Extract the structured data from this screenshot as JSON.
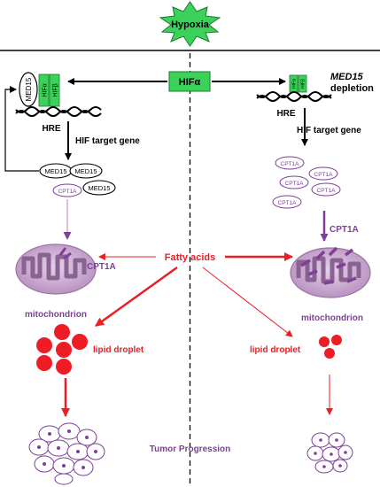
{
  "header": {
    "hypoxia": "Hypoxia"
  },
  "center": {
    "hif_alpha": "HIFα"
  },
  "left": {
    "med15_box": "MED15",
    "hif_a": "HIFα",
    "hif_b": "HIFβ",
    "hre": "HRE",
    "target_gene": "HIF target gene",
    "med15_proteins": [
      "MED15",
      "MED15",
      "MED15"
    ],
    "cpt1a_protein": "CPT1A",
    "mito_cpt1a": "CPT1A",
    "mitochondrion": "mitochondrion",
    "lipid_droplet": "lipid droplet"
  },
  "right": {
    "med15_italic": "MED15",
    "depletion": "depletion",
    "hif_a": "HIFα",
    "hif_b": "HIFβ",
    "hre": "HRE",
    "target_gene": "HIF target gene",
    "cpt1a_proteins": [
      "CPT1A",
      "CPT1A",
      "CPT1A",
      "CPT1A",
      "CPT1A"
    ],
    "mito_cpt1a": "CPT1A",
    "mitochondrion": "mitochondrion",
    "lipid_droplet": "lipid droplet"
  },
  "fatty_acids": "Fatty acids",
  "tumor_progression": "Tumor Progression",
  "colors": {
    "green": "#3bd15a",
    "purple": "#7f3f98",
    "red": "#ee1c24",
    "mito_fill": "#c9a8d0",
    "black": "#000000"
  }
}
